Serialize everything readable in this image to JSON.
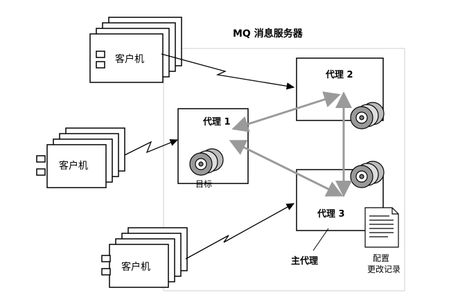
{
  "diagram": {
    "title": "MQ 消息服务器",
    "clients": [
      "客户机",
      "客户机",
      "客户机"
    ],
    "brokers": [
      "代理 1",
      "代理 2",
      "代理 3"
    ],
    "destination_label": "目标",
    "master_broker_label": "主代理",
    "config_label_line1": "配置",
    "config_label_line2": "更改记录",
    "colors": {
      "line": "#000000",
      "arrow": "#9a9a9a",
      "region": "#cfcfcf",
      "fill": "#ffffff"
    }
  }
}
